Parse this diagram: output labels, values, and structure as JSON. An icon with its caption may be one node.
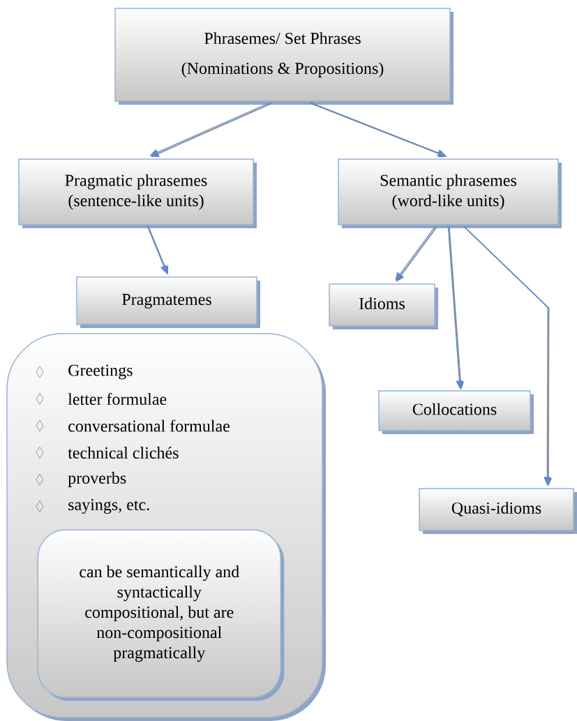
{
  "diagram": {
    "nodes": [
      {
        "text": [
          "Phrasemes/ Set Phrases",
          "(Nominations & Propositions)"
        ]
      },
      {
        "text": [
          "Pragmatic phrasemes",
          "(sentence-like units)"
        ]
      },
      {
        "text": [
          "Semantic phrasemes",
          "(word-like units)"
        ]
      },
      {
        "text": [
          "Pragmatemes"
        ]
      },
      {
        "text": [
          "Idioms"
        ]
      },
      {
        "text": [
          "Collocations"
        ]
      },
      {
        "text": [
          "Quasi-idioms"
        ]
      },
      {
        "text": [
          "Greetings",
          "letter formulae",
          "conversational formulae",
          "technical clichés",
          "proverbs",
          "sayings, etc."
        ]
      },
      {
        "text": [
          "can be  semantically and syntactically compositional, but are non-compositional pragmatically"
        ],
        "in": 7
      }
    ],
    "edges": [
      {
        "from": 0,
        "to": 1,
        "arrow": "to"
      },
      {
        "from": 0,
        "to": 2,
        "arrow": "to"
      },
      {
        "from": 1,
        "to": 3,
        "arrow": "to"
      },
      {
        "from": 2,
        "to": 4,
        "arrow": "to"
      },
      {
        "from": 2,
        "to": 5,
        "arrow": "to"
      },
      {
        "from": 2,
        "to": 6,
        "arrow": "to"
      }
    ]
  }
}
